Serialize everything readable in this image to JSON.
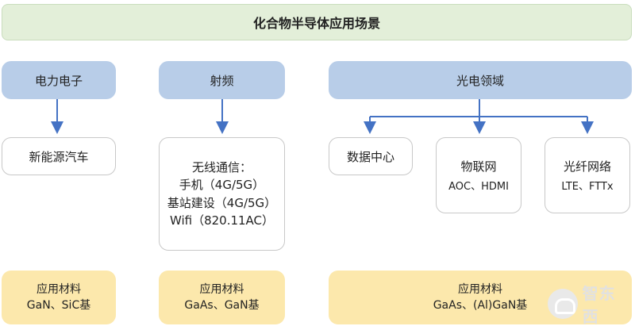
{
  "title": "化合物半导体应用场景",
  "categories": {
    "power": "电力电子",
    "rf": "射频",
    "opto": "光电领域"
  },
  "applications": {
    "power": {
      "label": "新能源汽车"
    },
    "rf": {
      "heading": "无线通信：",
      "lines": [
        "手机（4G/5G）",
        "基站建设（4G/5G）",
        "Wifi（820.11AC）"
      ]
    },
    "datacenter": {
      "label": "数据中心"
    },
    "iot": {
      "label": "物联网",
      "sub": "AOC、HDMI"
    },
    "optical_network": {
      "label": "光纤网络",
      "sub": "LTE、FTTx"
    }
  },
  "materials": {
    "power": {
      "label": "应用材料",
      "value": "GaN、SiC基"
    },
    "rf": {
      "label": "应用材料",
      "value": "GaAs、GaN基"
    },
    "opto": {
      "label": "应用材料",
      "value": "GaAs、(Al)GaN基"
    }
  },
  "watermark": {
    "text": "智东西"
  },
  "colors": {
    "title_bg": "#e3efd9",
    "category_bg": "#b8cde8",
    "material_bg": "#fce8ac",
    "arrow": "#4472c4"
  }
}
